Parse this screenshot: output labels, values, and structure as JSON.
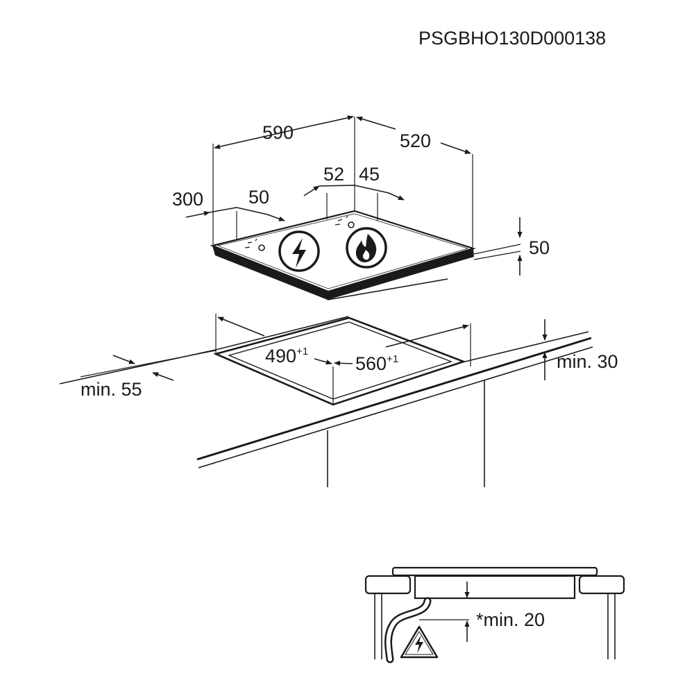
{
  "code": "PSGBHO130D000138",
  "dims": {
    "width": "590",
    "depth": "520",
    "left_offset": "300",
    "left_knob": "50",
    "center_left": "52",
    "center_right": "45",
    "height": "50",
    "cut_depth": "490",
    "cut_depth_tol": "+1",
    "cut_width": "560",
    "cut_width_tol": "+1",
    "min_front": "min. 55",
    "min_back": "min. 30",
    "min_bottom": "*min. 20"
  },
  "icons": [
    "electric-bolt-icon",
    "gas-flame-icon",
    "electric-warning-icon"
  ]
}
